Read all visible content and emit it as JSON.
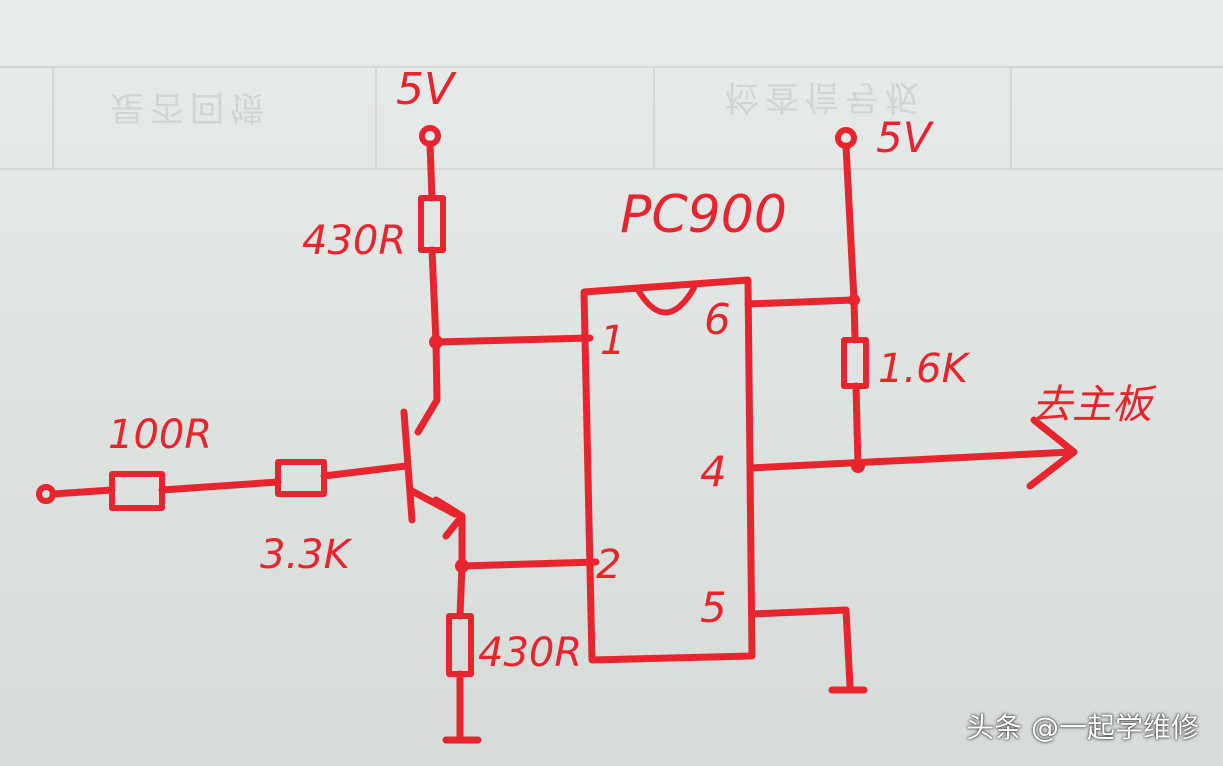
{
  "schematic": {
    "ic_name": "PC900",
    "supply_left": "5V",
    "supply_right": "5V",
    "resistor_collector": "430R",
    "resistor_emitter": "430R",
    "resistor_input": "100R",
    "resistor_base": "3.3K",
    "resistor_pullup": "1.6K",
    "pin_1": "1",
    "pin_2": "2",
    "pin_4": "4",
    "pin_5": "5",
    "pin_6": "6",
    "output_label": "去主板"
  },
  "background_table": {
    "cell_a": "是否回馈",
    "cell_b": "检查信号板"
  },
  "watermark": "头条 @一起学维修",
  "colors": {
    "ink": "#e8242e",
    "paper": "#e3e7e5"
  }
}
